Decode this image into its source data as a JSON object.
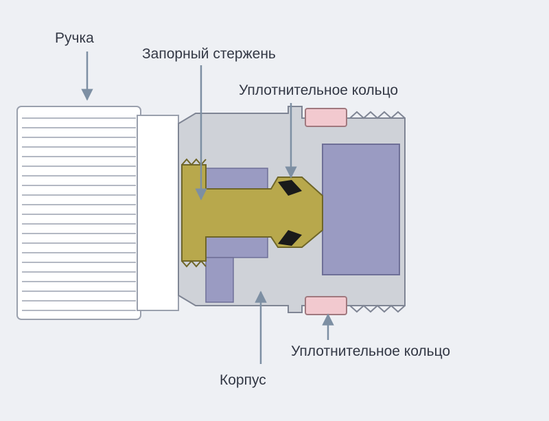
{
  "labels": {
    "handle": "Ручка",
    "shutoff_stem": "Запорный стержень",
    "seal_ring_top": "Уплотнительное кольцо",
    "seal_ring_bottom": "Уплотнительное кольцо",
    "body": "Корпус"
  },
  "colors": {
    "background": "#eef0f4",
    "handle_fill": "#ffffff",
    "handle_outline": "#9aa0ad",
    "body_fill": "#cfd2d8",
    "body_outline": "#7f8594",
    "stem_fill": "#b8a84c",
    "inner_parts": "#9a9bc2",
    "seal_ring": "#f2c9cf",
    "o_ring": "#1a1a1a",
    "arrow": "#7d8fa3",
    "text": "#333845"
  }
}
